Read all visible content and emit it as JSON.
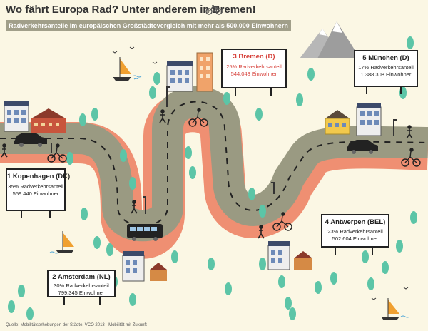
{
  "title": "Wo fährt Europa Rad? Unter anderem in Bremen!",
  "subtitle": "Radverkehrsanteile im europäischen Großstädtevergleich mit mehr als 500.000 Einwohnern",
  "icons": [
    "bicycle-icon",
    "sailboat-icon",
    "mountain-icon",
    "tree-icon",
    "house-icon",
    "car-icon",
    "bus-icon",
    "cyclist-icon",
    "pedestrian-icon",
    "street-lamp-icon",
    "bird-icon"
  ],
  "colors": {
    "background": "#fbf7e4",
    "road": "#9a9a82",
    "cycle_lane": "#ef8f72",
    "accent_red": "#d6403a",
    "tree": "#5cc5a7",
    "subtitle_bar": "#a19f8a"
  },
  "cities": [
    {
      "name": "1 Kopenhagen (DK)",
      "share": "35% Radverkehrsanteil",
      "population": "559.440 Einwohner"
    },
    {
      "name": "2 Amsterdam (NL)",
      "share": "30% Radverkehrsanteil",
      "population": "799.345 Einwohner"
    },
    {
      "name": "3 Bremen (D)",
      "share": "25% Radverkehrsanteil",
      "population": "544.043 Einwohner"
    },
    {
      "name": "4 Antwerpen (BEL)",
      "share": "23% Radverkehrsanteil",
      "population": "502.604 Einwohner"
    },
    {
      "name": "5 München (D)",
      "share": "17% Radverkehrsanteil",
      "population": "1.388.308 Einwohner"
    }
  ],
  "source": "Quelle: Mobilitätserhebungen der Städte, VCÖ 2013 - Mobilität mit Zukunft"
}
